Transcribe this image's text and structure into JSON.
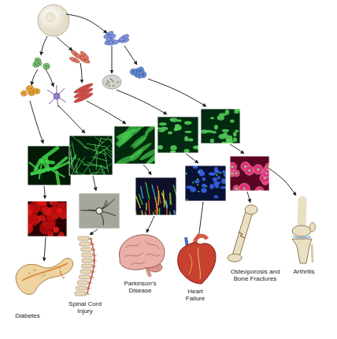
{
  "diagram": {
    "labels": [
      "Diabetes",
      "Spinal Cord Injury",
      "Parkinson's Disease",
      "Heart Failure",
      "Osteoporosis and Bone Fractures",
      "Arthritis"
    ]
  }
}
